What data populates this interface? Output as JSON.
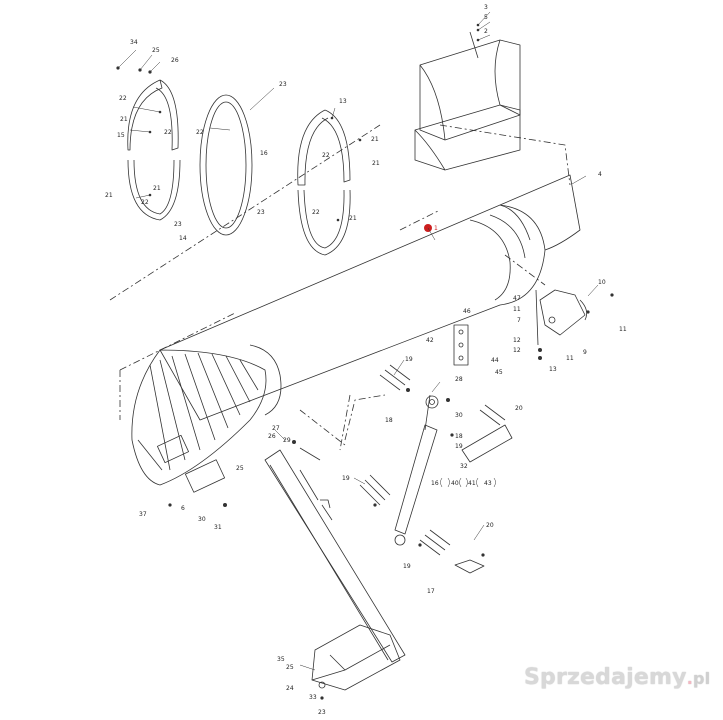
{
  "callouts": [
    {
      "id": "c-3",
      "text": "3"
    },
    {
      "id": "c-5",
      "text": "5"
    },
    {
      "id": "c-2",
      "text": "2"
    },
    {
      "id": "c-34",
      "text": "34"
    },
    {
      "id": "c-25a",
      "text": "25"
    },
    {
      "id": "c-26a",
      "text": "26"
    },
    {
      "id": "c-22a",
      "text": "22"
    },
    {
      "id": "c-21a",
      "text": "21"
    },
    {
      "id": "c-15",
      "text": "15"
    },
    {
      "id": "c-22b",
      "text": "22"
    },
    {
      "id": "c-23a",
      "text": "23"
    },
    {
      "id": "c-22c",
      "text": "22"
    },
    {
      "id": "c-13",
      "text": "13"
    },
    {
      "id": "c-21b",
      "text": "21"
    },
    {
      "id": "c-21c",
      "text": "21"
    },
    {
      "id": "c-22d",
      "text": "22"
    },
    {
      "id": "c-16",
      "text": "16"
    },
    {
      "id": "c-21d",
      "text": "21"
    },
    {
      "id": "c-22e",
      "text": "22"
    },
    {
      "id": "c-23b",
      "text": "23"
    },
    {
      "id": "c-23c",
      "text": "23"
    },
    {
      "id": "c-14",
      "text": "14"
    },
    {
      "id": "c-21e",
      "text": "21"
    },
    {
      "id": "c-22f",
      "text": "22"
    },
    {
      "id": "c-21f",
      "text": "21"
    },
    {
      "id": "c-4",
      "text": "4"
    },
    {
      "id": "c-1",
      "text": "1"
    },
    {
      "id": "c-10",
      "text": "10"
    },
    {
      "id": "c-47",
      "text": "47"
    },
    {
      "id": "c-11a",
      "text": "11"
    },
    {
      "id": "c-7",
      "text": "7"
    },
    {
      "id": "c-11b",
      "text": "11"
    },
    {
      "id": "c-12a",
      "text": "12"
    },
    {
      "id": "c-12b",
      "text": "12"
    },
    {
      "id": "c-9",
      "text": "9"
    },
    {
      "id": "c-11c",
      "text": "11"
    },
    {
      "id": "c-13b",
      "text": "13"
    },
    {
      "id": "c-46",
      "text": "46"
    },
    {
      "id": "c-42",
      "text": "42"
    },
    {
      "id": "c-44",
      "text": "44"
    },
    {
      "id": "c-45",
      "text": "45"
    },
    {
      "id": "c-19a",
      "text": "19"
    },
    {
      "id": "c-28",
      "text": "28"
    },
    {
      "id": "c-18a",
      "text": "18"
    },
    {
      "id": "c-30",
      "text": "30"
    },
    {
      "id": "c-20a",
      "text": "20"
    },
    {
      "id": "c-18b",
      "text": "18"
    },
    {
      "id": "c-19b",
      "text": "19"
    },
    {
      "id": "c-32",
      "text": "32"
    },
    {
      "id": "c-27",
      "text": "27"
    },
    {
      "id": "c-26b",
      "text": "26"
    },
    {
      "id": "c-29",
      "text": "29"
    },
    {
      "id": "c-25b",
      "text": "25"
    },
    {
      "id": "c-16b",
      "text": "16"
    },
    {
      "id": "c-40",
      "text": "40"
    },
    {
      "id": "c-41",
      "text": "41"
    },
    {
      "id": "c-43",
      "text": "43"
    },
    {
      "id": "c-19c",
      "text": "19"
    },
    {
      "id": "c-37",
      "text": "37"
    },
    {
      "id": "c-6",
      "text": "6"
    },
    {
      "id": "c-30b",
      "text": "30"
    },
    {
      "id": "c-31",
      "text": "31"
    },
    {
      "id": "c-20b",
      "text": "20"
    },
    {
      "id": "c-19d",
      "text": "19"
    },
    {
      "id": "c-17",
      "text": "17"
    },
    {
      "id": "c-35",
      "text": "35"
    },
    {
      "id": "c-25c",
      "text": "25"
    },
    {
      "id": "c-24",
      "text": "24"
    },
    {
      "id": "c-33",
      "text": "33"
    },
    {
      "id": "c-23d",
      "text": "23"
    }
  ],
  "watermark": {
    "brand": "Sprzedajemy",
    "dot": ".",
    "tld": "pl"
  },
  "colors": {
    "line": "#333333",
    "callout": "#1f2a8a",
    "highlight": "#cc1f1f",
    "watermark": "#d8d8d8"
  }
}
